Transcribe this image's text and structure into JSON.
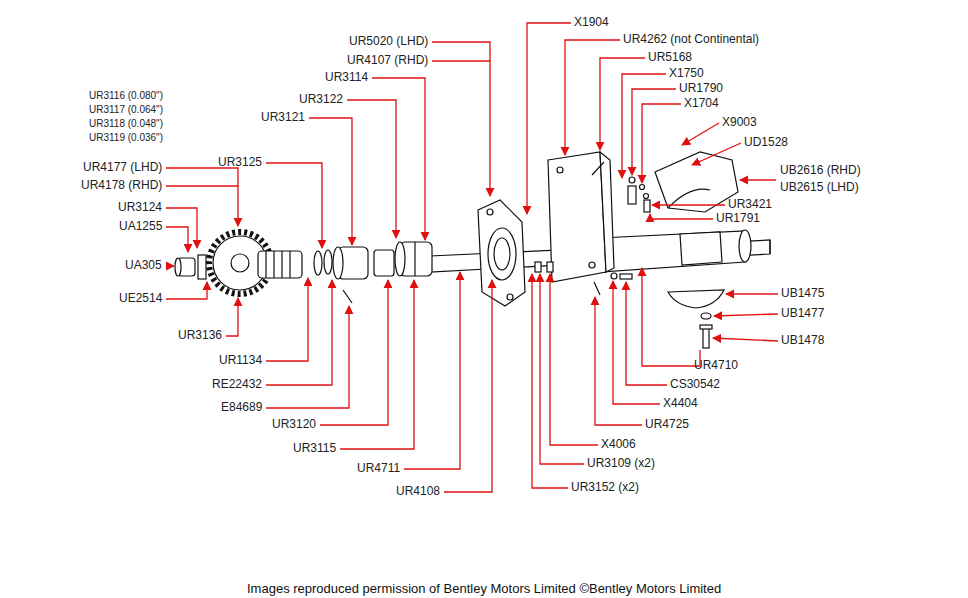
{
  "diagram": {
    "caption": "Images reproduced permission of Bentley Motors Limited ©Bentley Motors Limited",
    "labels": [
      "UR3116 (0.080\")",
      "UR3117 (0.064\")",
      "UR3118 (0.048\")",
      "UR3119 (0.036\")",
      "UR4177 (LHD)",
      "UR4178 (RHD)",
      "UR3124",
      "UA1255",
      "UA305",
      "UE2514",
      "UR3136",
      "UR3125",
      "UR1134",
      "RE22432",
      "E84689",
      "UR3120",
      "UR3115",
      "UR4711",
      "UR4108",
      "UR3121",
      "UR3122",
      "UR3114",
      "UR5020 (LHD)",
      "UR4107 (RHD)",
      "X1904",
      "UR4262 (not Continental)",
      "UR5168",
      "X1750",
      "UR1790",
      "X1704",
      "X9003",
      "UD1528",
      "UB2616 (RHD)",
      "UB2615 (LHD)",
      "UR3421",
      "UR1791",
      "UB1475",
      "UB1477",
      "UB1478",
      "UR4710",
      "CS30542",
      "X4404",
      "UR4725",
      "X4006",
      "UR3109 (x2)",
      "UR3152 (x2)"
    ]
  }
}
